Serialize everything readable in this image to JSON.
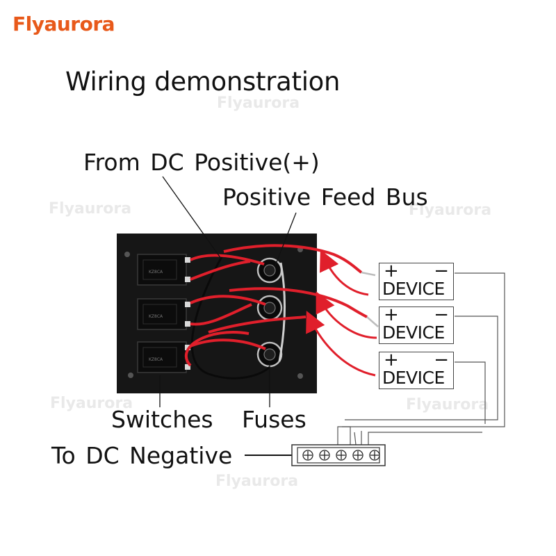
{
  "brand": {
    "name": "Flyaurora",
    "color": "#e8591a"
  },
  "title": "Wiring demonstration",
  "watermark": "Flyaurora",
  "labels": {
    "from_dc_positive": "From DC Positive(+)",
    "positive_feed_bus": "Positive Feed Bus",
    "switches": "Switches",
    "fuses": "Fuses",
    "to_dc_negative": "To DC Negative"
  },
  "devices": [
    {
      "name": "DEVICE",
      "plus": "+",
      "minus": "−"
    },
    {
      "name": "DEVICE",
      "plus": "+",
      "minus": "−"
    },
    {
      "name": "DEVICE",
      "plus": "+",
      "minus": "−"
    }
  ],
  "switch_markings": [
    "KZ8CA",
    "KZ8CA",
    "KZ8CA"
  ],
  "colors": {
    "panel": "#161616",
    "wire_red": "#e01f2b",
    "arrow_red": "#e01f2b",
    "wire_black": "#0a0a0a",
    "thin_wire": "#555555"
  }
}
